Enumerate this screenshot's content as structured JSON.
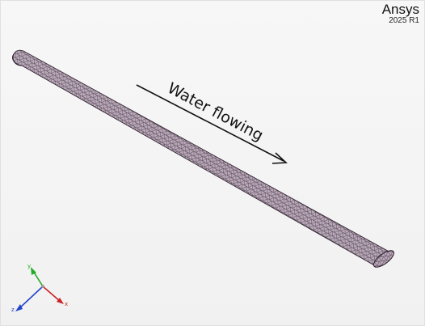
{
  "brand": {
    "name": "Ansys",
    "version": "2025 R1"
  },
  "annotation": {
    "text": "Water flowing"
  },
  "triad": {
    "x_label": "x",
    "y_label": "y",
    "z_label": "z",
    "x_color": "#cc2222",
    "y_color": "#22aa22",
    "z_color": "#2244cc"
  },
  "colors": {
    "mesh_fill": "#b8a8b8",
    "mesh_line": "#3a2a3a",
    "background": "#f3f3f3"
  }
}
